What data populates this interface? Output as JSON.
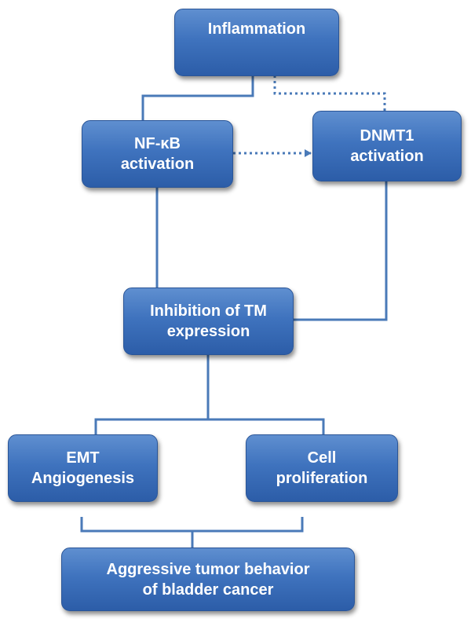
{
  "nodes": {
    "inflammation": "Inflammation",
    "nfkb": "NF-κB\nactivation",
    "dnmt1": "DNMT1\nactivation",
    "inhibition": "Inhibition of TM\nexpression",
    "emt": "EMT\nAngiogenesis",
    "cell": "Cell\nproliferation",
    "aggressive": "Aggressive tumor behavior\nof bladder cancer"
  },
  "colors": {
    "box_fill_top": "#5f8fd0",
    "box_fill_bottom": "#2c5da8",
    "connector": "#4a7ab8",
    "text": "#ffffff"
  }
}
